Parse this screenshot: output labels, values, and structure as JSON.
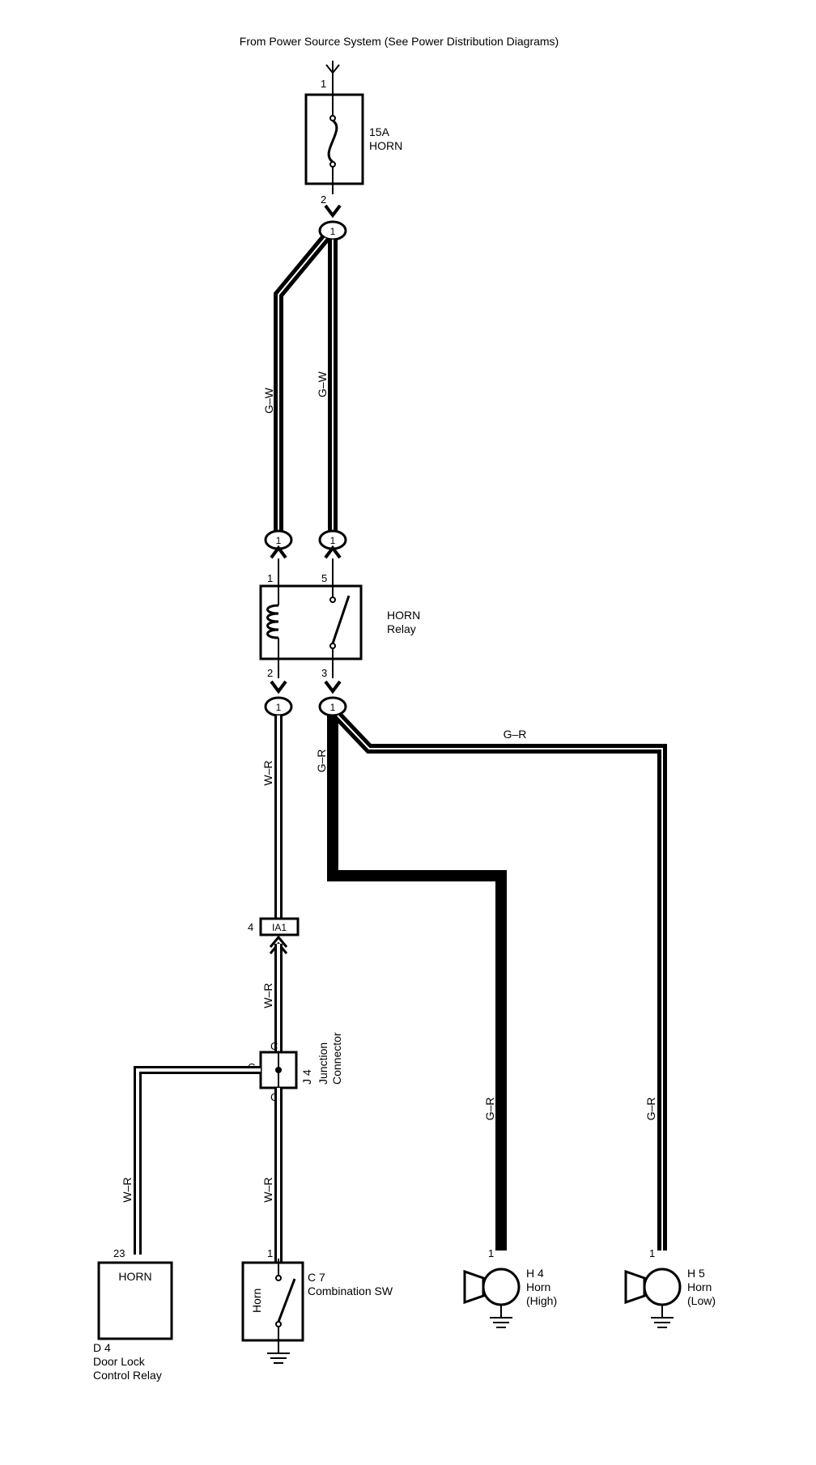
{
  "source": "From Power Source System (See Power Distribution Diagrams)",
  "fuse": {
    "pin_in": "1",
    "pin_out": "2",
    "rating": "15A",
    "name": "HORN"
  },
  "connector_1": "1",
  "wires": {
    "gw": "G–W",
    "wr": "W–R",
    "gr": "G–R"
  },
  "relay": {
    "name": "HORN",
    "type": "Relay",
    "pin_coil_in": "1",
    "pin_sw_in": "5",
    "pin_coil_out": "2",
    "pin_sw_out": "3"
  },
  "junction_ia1": {
    "pin": "4",
    "id": "IA1"
  },
  "junction_j4": {
    "id": "J 4",
    "line1": "Junction",
    "line2": "Connector",
    "pin": "C"
  },
  "door_lock_relay": {
    "pin": "23",
    "terminal": "HORN",
    "id": "D 4",
    "line1": "Door Lock",
    "line2": "Control Relay"
  },
  "combination_sw": {
    "pin": "1",
    "id": "C 7",
    "name": "Combination SW",
    "contact": "Horn"
  },
  "horn_high": {
    "pin": "1",
    "id": "H 4",
    "line1": "Horn",
    "line2": "(High)"
  },
  "horn_low": {
    "pin": "1",
    "id": "H 5",
    "line1": "Horn",
    "line2": "(Low)"
  }
}
